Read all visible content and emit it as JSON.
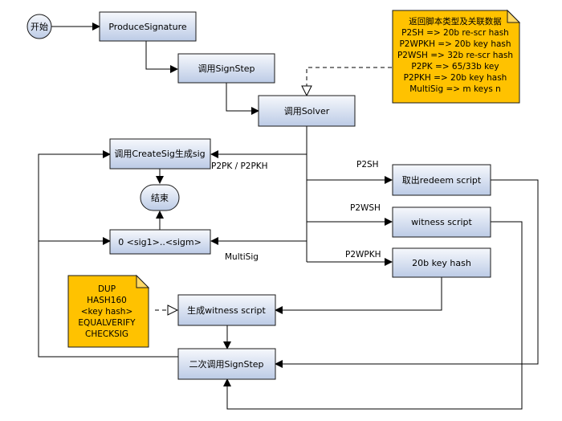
{
  "nodes": {
    "start": "开始",
    "produce_signature": "ProduceSignature",
    "call_signstep": "调用SignStep",
    "call_solver": "调用Solver",
    "call_createsig": "调用CreateSig生成sig",
    "end": "结束",
    "multisig_sigs": "0 <sig1>..<sigm>",
    "fetch_redeem": "取出redeem script",
    "witness_script": "witness script",
    "key_hash": "20b key hash",
    "gen_witness_script": "生成witness script",
    "second_signstep": "二次调用SignStep"
  },
  "edge_labels": {
    "p2pk_p2pkh": "P2PK / P2PKH",
    "p2sh": "P2SH",
    "p2wsh": "P2WSH",
    "multisig": "MultiSig",
    "p2wpkh": "P2WPKH"
  },
  "notes": {
    "solver_returns": [
      "返回脚本类型及关联数据",
      "P2SH => 20b re-scr hash",
      "P2WPKH => 20b key hash",
      "P2WSH => 32b re-scr hash",
      "P2PK => 65/33b key",
      "P2PKH => 20b key hash",
      "MultiSig => m keys n"
    ],
    "p2wpkh_script": [
      "DUP",
      "HASH160",
      "<key hash>",
      "EQUALVERIFY",
      "CHECKSIG"
    ]
  },
  "colors": {
    "box_fill_top": "#f6f8fc",
    "box_fill_bottom": "#bccbe6",
    "note_fill": "#ffc200",
    "line": "#000000"
  }
}
